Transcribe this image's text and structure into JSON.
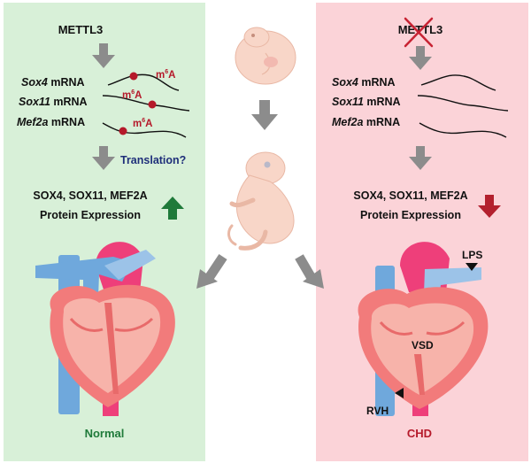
{
  "left_panel": {
    "gene": "METTL3",
    "mrnas": [
      {
        "name": "Sox4",
        "suffix": " mRNA",
        "mark": "m6A"
      },
      {
        "name": "Sox11",
        "suffix": " mRNA",
        "mark": "m6A"
      },
      {
        "name": "Mef2a",
        "suffix": " mRNA",
        "mark": "m6A"
      }
    ],
    "mark_base": "m",
    "mark_sup": "6",
    "mark_letter": "A",
    "translation_label": "Translation?",
    "protein_line1": "SOX4, SOX11, MEF2A",
    "protein_line2": "Protein Expression",
    "outcome_label": "Normal"
  },
  "right_panel": {
    "gene": "METTL3",
    "mrnas": [
      {
        "name": "Sox4",
        "suffix": " mRNA"
      },
      {
        "name": "Sox11",
        "suffix": " mRNA"
      },
      {
        "name": "Mef2a",
        "suffix": " mRNA"
      }
    ],
    "protein_line1": "SOX4, SOX11, MEF2A",
    "protein_line2": "Protein Expression",
    "annotation_lps": "LPS",
    "annotation_vsd": "VSD",
    "annotation_rvh": "RVH",
    "outcome_label": "CHD"
  },
  "colors": {
    "left_bg": "#d8f0d8",
    "right_bg": "#fbd3d8",
    "arrow_gray": "#8c8c8c",
    "up_arrow": "#1f7a3a",
    "down_arrow": "#b3202e",
    "m6a_red": "#b5192a",
    "translation_blue": "#1f2f7a",
    "normal_green": "#1f7a3a",
    "chd_red": "#b5192a",
    "heart_fill": "#f27b7b",
    "vessel_blue": "#6fa8dc",
    "aorta_pink": "#ee3f7a",
    "embryo_skin": "#f8d6c8"
  }
}
